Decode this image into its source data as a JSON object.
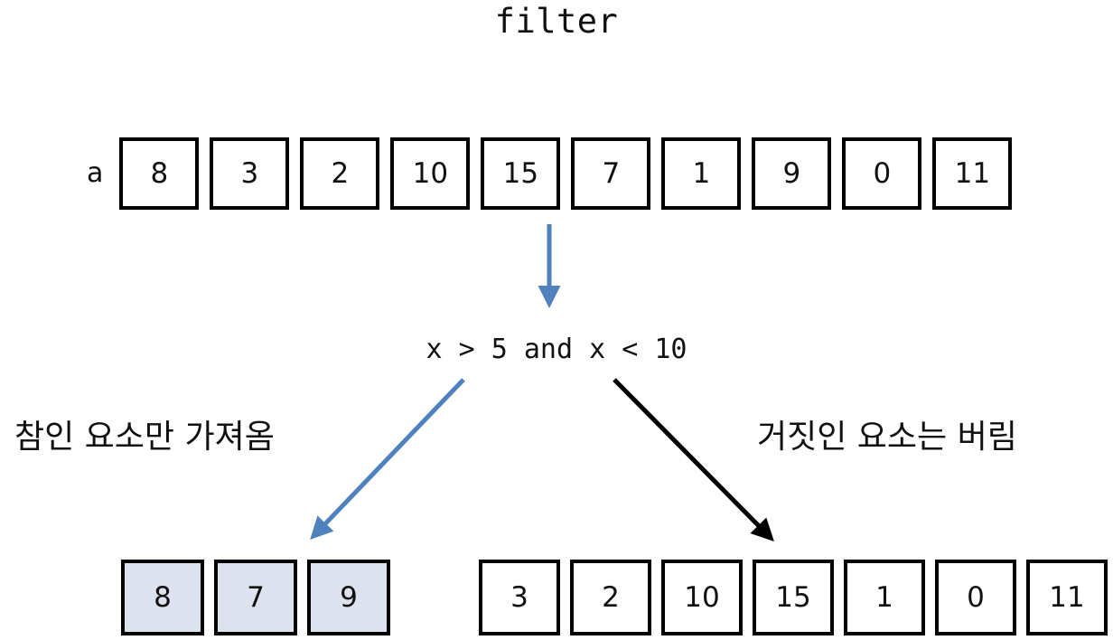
{
  "title": "filter",
  "source": {
    "label": "a",
    "values": [
      "8",
      "3",
      "2",
      "10",
      "15",
      "7",
      "1",
      "9",
      "0",
      "11"
    ]
  },
  "condition": {
    "text": "x > 5 and x < 10"
  },
  "branches": {
    "true_caption": "참인 요소만 가져옴",
    "false_caption": "거짓인 요소는 버림"
  },
  "results": {
    "kept": {
      "values": [
        "8",
        "7",
        "9"
      ],
      "fill_color": "#dde3ee"
    },
    "discarded": {
      "values": [
        "3",
        "2",
        "10",
        "15",
        "1",
        "0",
        "11"
      ],
      "fill_color": "#ffffff"
    }
  },
  "colors": {
    "accent_blue": "#4f81bd",
    "outline_black": "#000000",
    "text_black": "#111111",
    "background": "#ffffff"
  },
  "arrows": {
    "down_arrow_color": "#4f81bd",
    "true_arrow_color": "#4f81bd",
    "false_arrow_color": "#000000"
  }
}
